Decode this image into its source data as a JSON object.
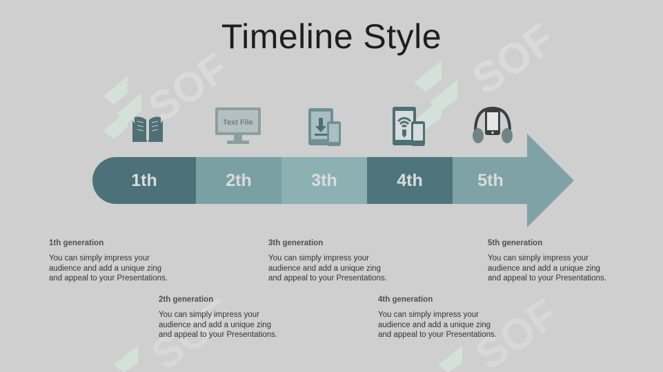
{
  "title": "Timeline Style",
  "colors": {
    "background": "#cfcfcf",
    "seg1": "#4c7178",
    "seg2": "#79a0a3",
    "seg3": "#8db0b2",
    "seg4": "#4f757c",
    "seg5": "#7fa2a6",
    "icon": "#4d6f75"
  },
  "icons": {
    "text_file_label": "Text File"
  },
  "steps": [
    {
      "label": "1th",
      "icon": "book-icon",
      "heading": "1th generation",
      "desc": "You can simply impress your audience and add a unique zing and appeal to your Presentations."
    },
    {
      "label": "2th",
      "icon": "monitor-icon",
      "heading": "2th generation",
      "desc": "You can simply impress your audience and add a unique zing and appeal to your Presentations."
    },
    {
      "label": "3th",
      "icon": "tablet-download-icon",
      "heading": "3th generation",
      "desc": "You can simply impress your audience and add a unique zing and appeal to your Presentations."
    },
    {
      "label": "4th",
      "icon": "devices-wifi-icon",
      "heading": "4th generation",
      "desc": "You can simply impress your audience and add a unique zing and appeal to your Presentations."
    },
    {
      "label": "5th",
      "icon": "headphones-phone-icon",
      "heading": "5th generation",
      "desc": "You can simply impress your audience and add a unique zing and appeal to your Presentations."
    }
  ]
}
